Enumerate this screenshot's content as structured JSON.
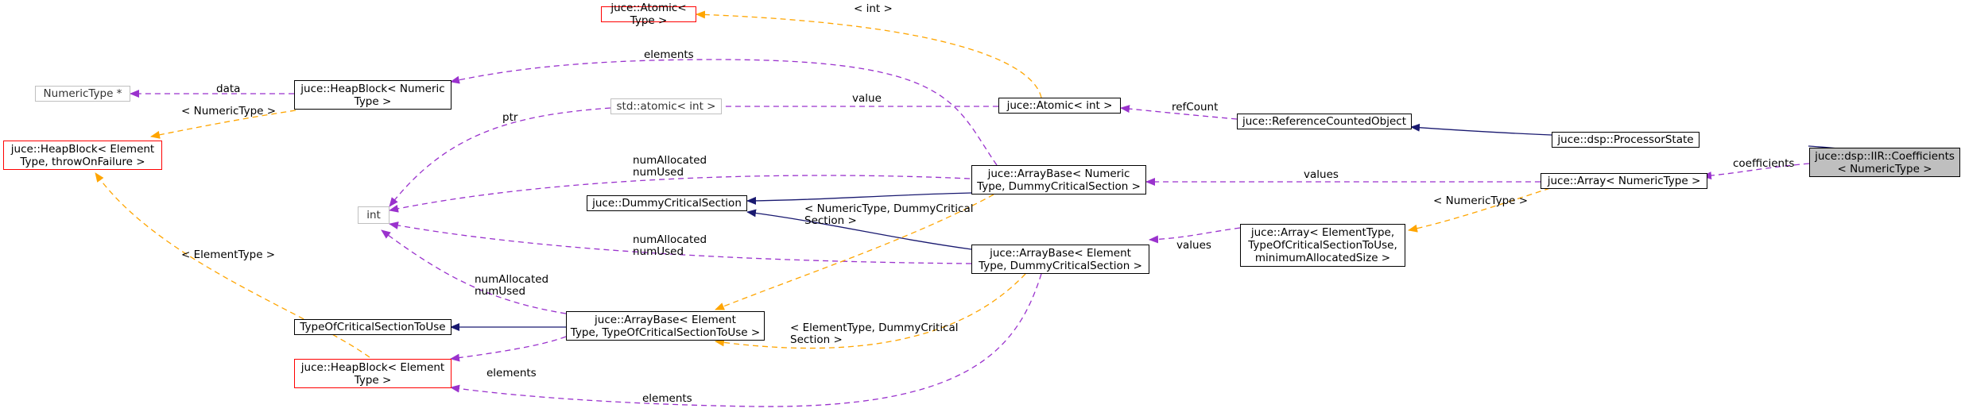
{
  "diagram": {
    "colors": {
      "inheritance": "#191970",
      "usage": "#9a32cd",
      "template": "#ffa500",
      "undocumented_border": "#ff0000",
      "external_border": "#bfbfbf",
      "focus_fill": "#bfbfbf"
    },
    "nodes": {
      "coefficients": "juce::dsp::IIR::Coefficients\n< NumericType >",
      "processorState": "juce::dsp::ProcessorState",
      "refCounted": "juce::ReferenceCountedObject",
      "atomicInt": "juce::Atomic< int >",
      "atomicType": "juce::Atomic< Type >",
      "stdAtomic": "std::atomic< int >",
      "arrayNumeric": "juce::Array< NumericType >",
      "arrayElement": "juce::Array< ElementType,\nTypeOfCriticalSectionToUse,\nminimumAllocatedSize >",
      "arrayBaseNumeric": "juce::ArrayBase< Numeric\nType, DummyCriticalSection >",
      "arrayBaseElementDummy": "juce::ArrayBase< Element\nType, DummyCriticalSection >",
      "arrayBaseElementTOCS": "juce::ArrayBase< Element\nType, TypeOfCriticalSectionToUse >",
      "dummyCS": "juce::DummyCriticalSection",
      "typeOfCS": "TypeOfCriticalSectionToUse",
      "int": "int",
      "heapBlockNumeric": "juce::HeapBlock< Numeric\nType >",
      "numericTypePtr": "NumericType *",
      "heapBlockThrow": "juce::HeapBlock< Element\nType, throwOnFailure >",
      "heapBlockElement": "juce::HeapBlock< Element\nType >"
    },
    "edge_labels": {
      "coefficients": "coefficients",
      "refCount": "refCount",
      "value": "value",
      "int_param": "< int >",
      "values_numeric": "values",
      "values_element": "values",
      "numericType_param": "< NumericType >",
      "elements_top": "elements",
      "data": "data",
      "numericType_heap": "< NumericType >",
      "ptr": "ptr",
      "numAllocated_1": "numAllocated\nnumUsed",
      "numAllocated_2": "numAllocated\nnumUsed",
      "numAllocated_3": "numAllocated\nnumUsed",
      "numericDummy_param": "< NumericType, DummyCritical\nSection >",
      "elementDummy_param": "< ElementType, DummyCritical\nSection >",
      "elementType_param": "< ElementType >",
      "elements_mid": "elements",
      "elements_bottom": "elements"
    }
  }
}
